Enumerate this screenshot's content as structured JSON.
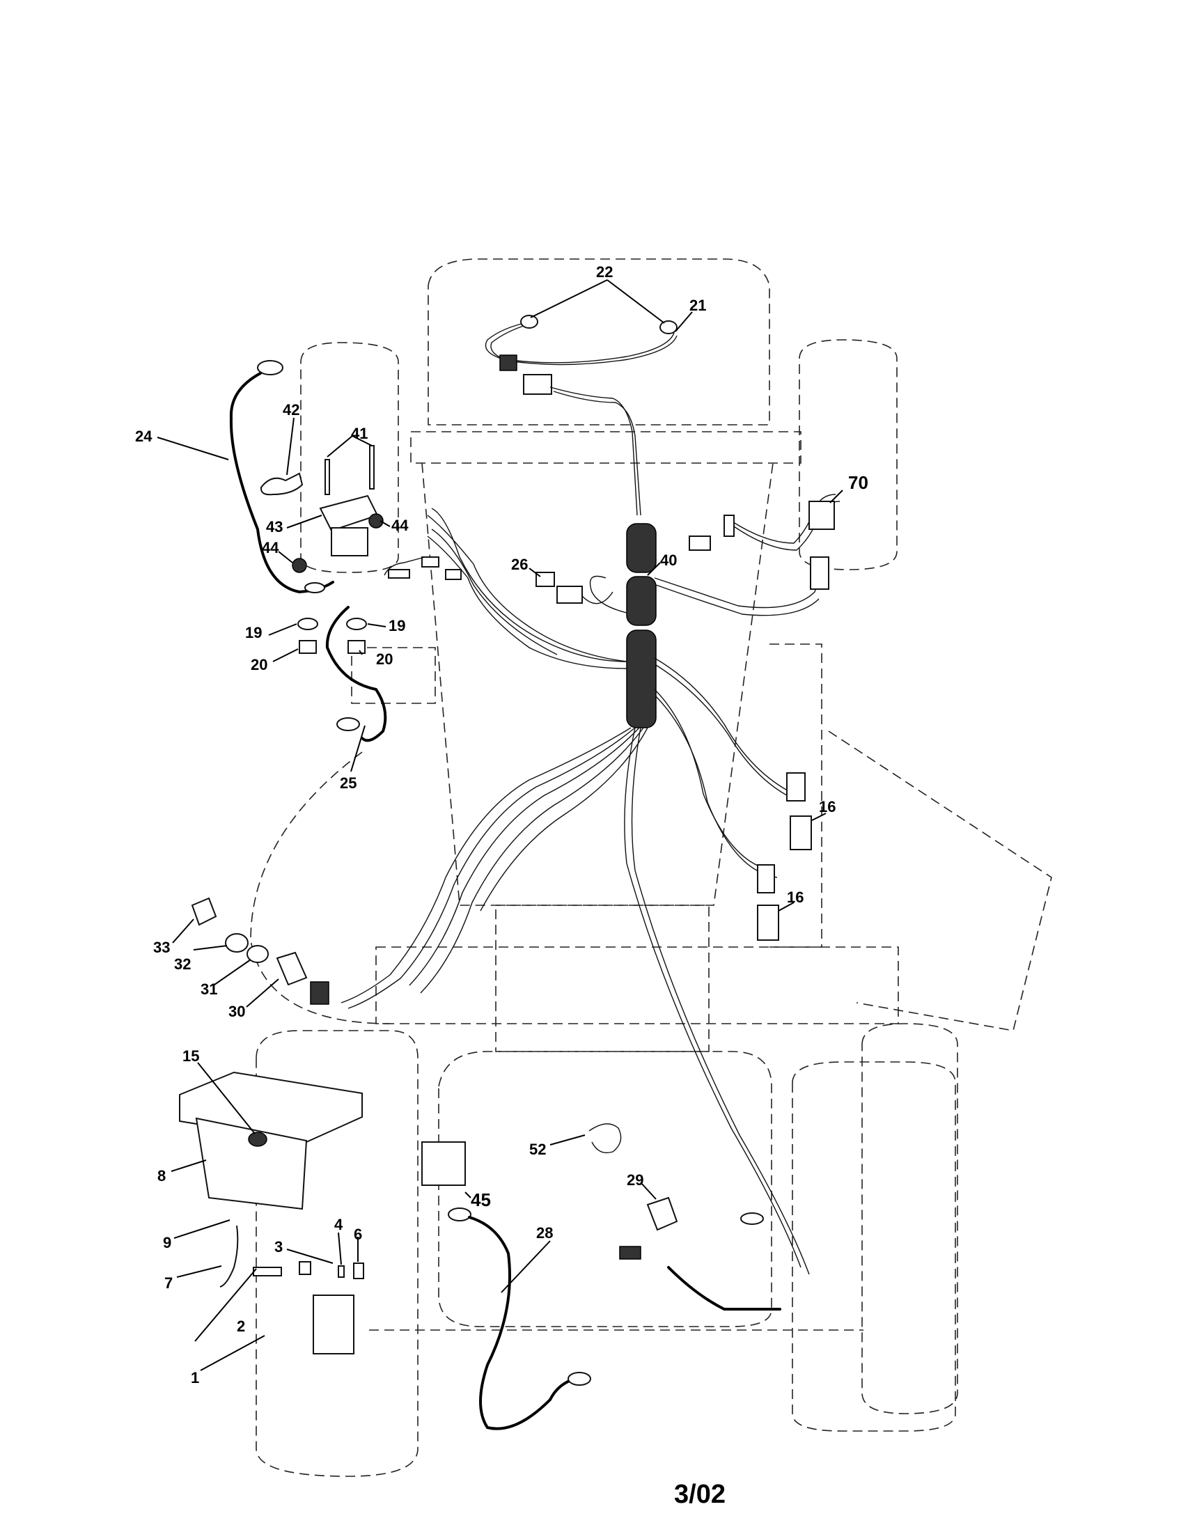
{
  "diagram": {
    "callouts": [
      {
        "id": "c1",
        "text": "1"
      },
      {
        "id": "c2",
        "text": "2"
      },
      {
        "id": "c3",
        "text": "3"
      },
      {
        "id": "c4",
        "text": "4"
      },
      {
        "id": "c6",
        "text": "6"
      },
      {
        "id": "c7",
        "text": "7"
      },
      {
        "id": "c8",
        "text": "8"
      },
      {
        "id": "c9",
        "text": "9"
      },
      {
        "id": "c15",
        "text": "15"
      },
      {
        "id": "c16a",
        "text": "16"
      },
      {
        "id": "c16b",
        "text": "16"
      },
      {
        "id": "c19a",
        "text": "19"
      },
      {
        "id": "c19b",
        "text": "19"
      },
      {
        "id": "c20a",
        "text": "20"
      },
      {
        "id": "c20b",
        "text": "20"
      },
      {
        "id": "c21",
        "text": "21"
      },
      {
        "id": "c22",
        "text": "22"
      },
      {
        "id": "c24",
        "text": "24"
      },
      {
        "id": "c25",
        "text": "25"
      },
      {
        "id": "c26",
        "text": "26"
      },
      {
        "id": "c28",
        "text": "28"
      },
      {
        "id": "c29",
        "text": "29"
      },
      {
        "id": "c30",
        "text": "30"
      },
      {
        "id": "c31",
        "text": "31"
      },
      {
        "id": "c32",
        "text": "32"
      },
      {
        "id": "c33",
        "text": "33"
      },
      {
        "id": "c40",
        "text": "40"
      },
      {
        "id": "c41",
        "text": "41"
      },
      {
        "id": "c42",
        "text": "42"
      },
      {
        "id": "c43",
        "text": "43"
      },
      {
        "id": "c44a",
        "text": "44"
      },
      {
        "id": "c44b",
        "text": "44"
      },
      {
        "id": "c45",
        "text": "45"
      },
      {
        "id": "c52",
        "text": "52"
      },
      {
        "id": "c70",
        "text": "70"
      }
    ]
  },
  "footer": {
    "revision": "3/02"
  }
}
